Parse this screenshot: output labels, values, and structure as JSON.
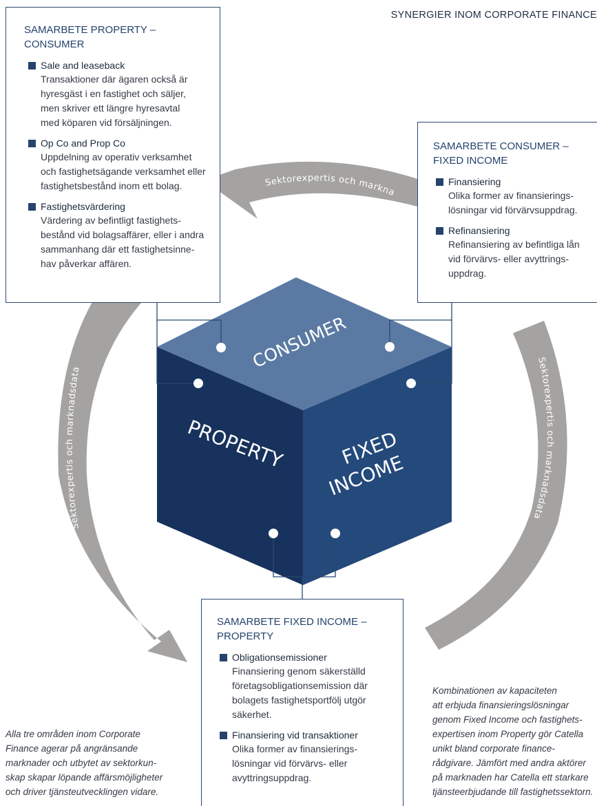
{
  "header": "SYNERGIER INOM CORPORATE FINANCE",
  "arc_label": "Sektorexpertis och marknadsdata",
  "cube": {
    "top": "CONSUMER",
    "left": "PROPERTY",
    "right_line1": "FIXED",
    "right_line2": "INCOME"
  },
  "boxes": {
    "property_consumer": {
      "title": "SAMARBETE PROPERTY –\nCONSUMER",
      "items": [
        {
          "head": "Sale and leaseback",
          "body": "Transaktioner där ägaren också är\nhyresgäst i en fastighet och säljer,\nmen skriver ett längre hyresavtal\nmed köparen vid försäljningen."
        },
        {
          "head": "Op Co and Prop Co",
          "body": "Uppdelning av operativ verksamhet\noch fastighetsägande verksamhet eller\nfastighetsbestånd inom ett bolag."
        },
        {
          "head": "Fastighetsvärdering",
          "body": "Värdering av befintligt fastighets-\nbestånd vid bolagsaffärer, eller i andra\n sammanhang där ett fastighetsinne-\nhav påverkar affären."
        }
      ]
    },
    "consumer_fixed": {
      "title": "SAMARBETE CONSUMER –\nFIXED INCOME",
      "items": [
        {
          "head": "Finansiering",
          "body": "Olika former av finansierings-\nlösningar vid förvärvsuppdrag."
        },
        {
          "head": "Refinansiering",
          "body": "Refinansiering av befintliga lån\nvid förvärvs- eller avyttrings-\nuppdrag."
        }
      ]
    },
    "fixed_property": {
      "title": "SAMARBETE FIXED INCOME –\nPROPERTY",
      "items": [
        {
          "head": "Obligationsemissioner",
          "body": "Finansiering genom säkerställd\nföretagsobligationsemission där\nbolagets fastighetsportfölj utgör\nsäkerhet."
        },
        {
          "head": "Finansiering vid transaktioner",
          "body": "Olika former av finansierings-\nlösningar vid förvärvs- eller\navyttringsuppdrag."
        }
      ]
    }
  },
  "notes": {
    "left": "Alla tre områden inom Corporate\nFinance agerar på angränsande\nmarknader och utbytet av sektorkun-\nskap skapar löpande affärsmöjligheter\noch driver tjänsteutvecklingen vidare.",
    "right": "Kombinationen av kapaciteten\natt erbjuda finansieringslösningar\ngenom Fixed Income och fastighets-\nexpertisen inom Property gör Catella\nunikt bland corporate finance-\nrådgivare. Jämfört med andra aktörer\npå marknaden har Catella ett starkare\ntjänsteerbjudande till fastighetssektorn."
  },
  "colors": {
    "arc": "#a4a3a1",
    "cube_top": "#5b7aa3",
    "cube_left": "#17325c",
    "cube_right": "#24497b",
    "box_border": "#2b4870",
    "accent": "#25436d"
  }
}
